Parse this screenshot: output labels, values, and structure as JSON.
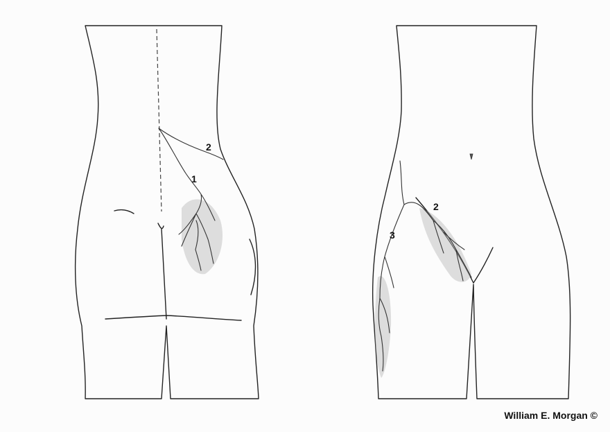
{
  "posterior_view": {
    "labels": {
      "nerve_1": "1",
      "nerve_2": "2"
    }
  },
  "anterior_view": {
    "labels": {
      "nerve_2": "2",
      "nerve_3": "3"
    }
  },
  "credit": "William E. Morgan ©",
  "colors": {
    "body_fill": "#e2e2e2",
    "background": "#fcfcfc",
    "line": "#222222",
    "sensory_zone": "#b8b8b8"
  }
}
